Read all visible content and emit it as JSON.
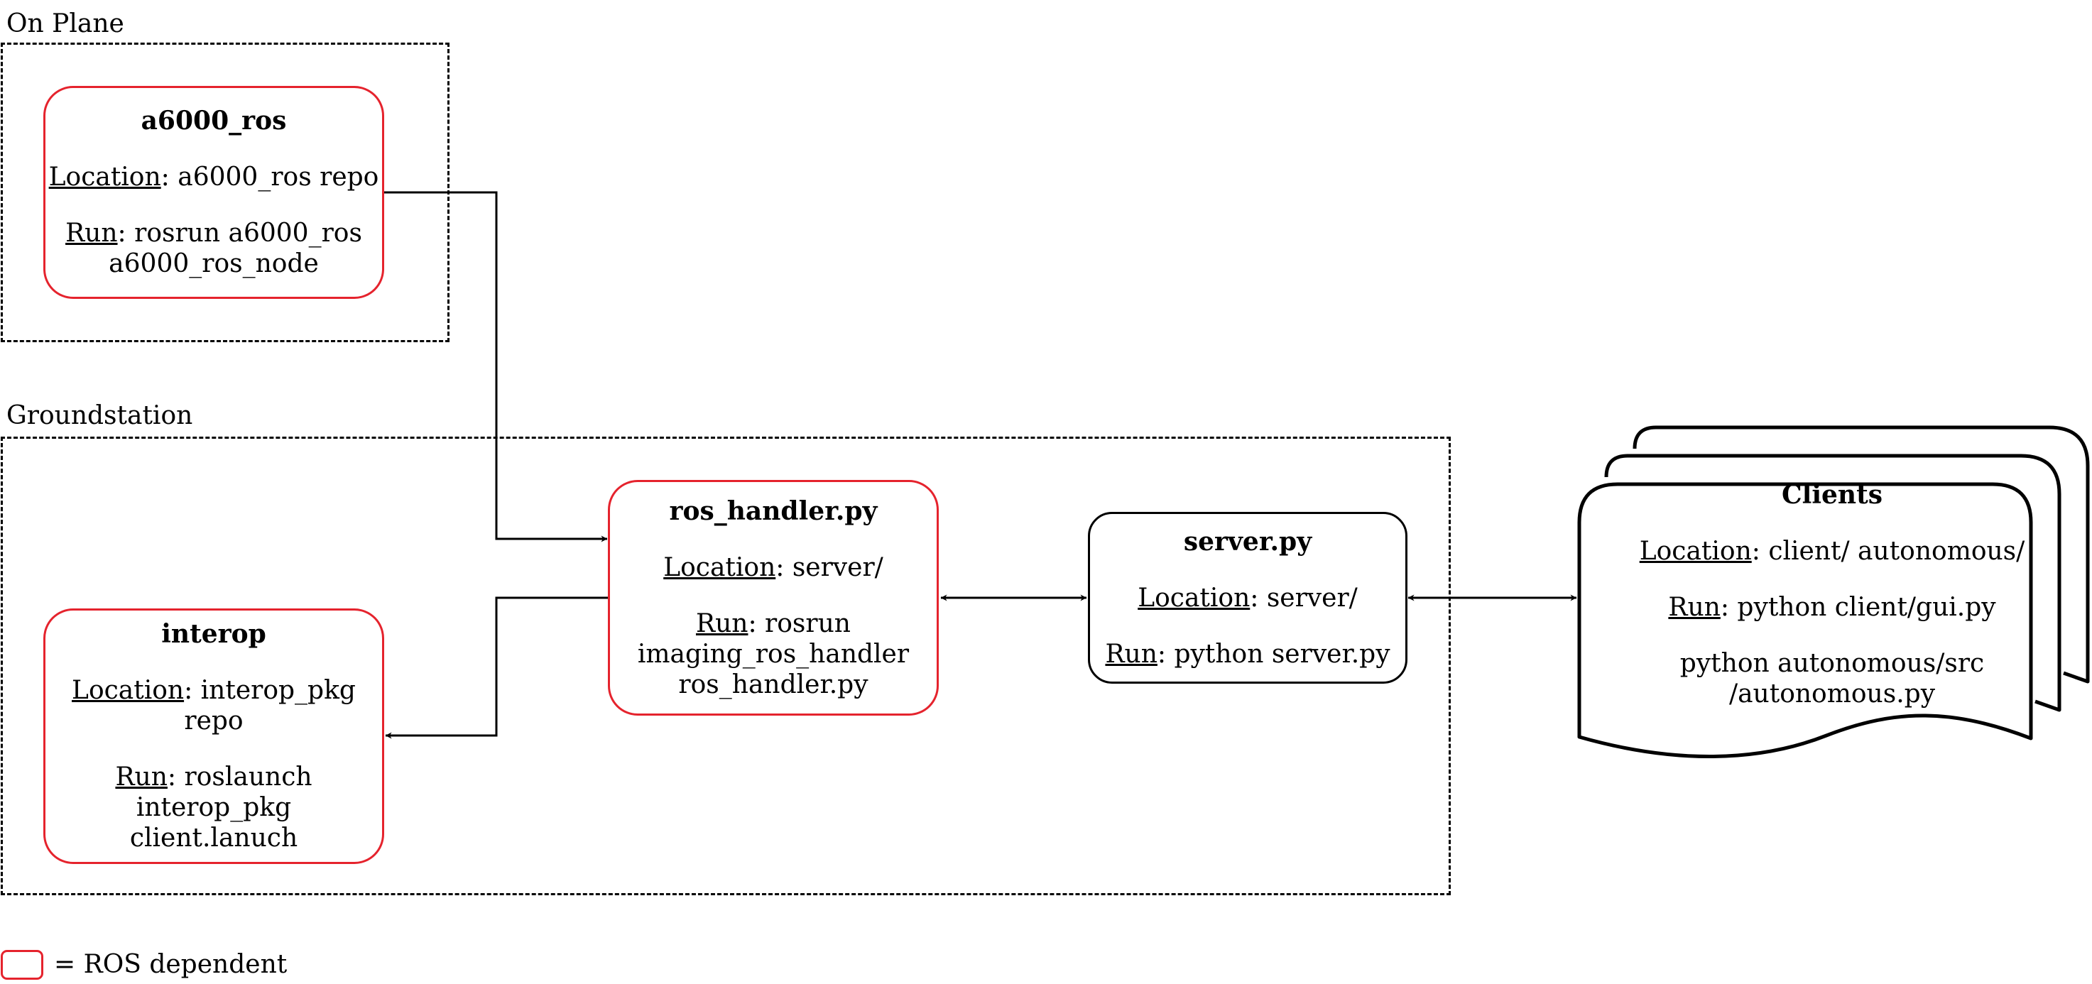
{
  "groups": {
    "on_plane": {
      "label": "On Plane"
    },
    "groundstation": {
      "label": "Groundstation"
    }
  },
  "nodes": {
    "a6000_ros": {
      "title": "a6000_ros",
      "location_key": "Location",
      "location_value": ": a6000_ros repo",
      "run_key": "Run",
      "run_value": ": rosrun a6000_ros\na6000_ros_node",
      "ros_dependent": true
    },
    "ros_handler": {
      "title": "ros_handler.py",
      "location_key": "Location",
      "location_value": ": server/",
      "run_key": "Run",
      "run_value": ": rosrun\nimaging_ros_handler\nros_handler.py",
      "ros_dependent": true
    },
    "server": {
      "title": "server.py",
      "location_key": "Location",
      "location_value": ": server/",
      "run_key": "Run",
      "run_value": ": python server.py",
      "ros_dependent": false
    },
    "interop": {
      "title": "interop",
      "location_key": "Location",
      "location_value": ": interop_pkg\nrepo",
      "run_key": "Run",
      "run_value": ": roslaunch\ninterop_pkg\nclient.lanuch",
      "ros_dependent": true
    },
    "clients": {
      "title": "Clients",
      "location_key": "Location",
      "location_value": ": client/ autonomous/",
      "run_key": "Run",
      "run_value": ": python client/gui.py",
      "extra": "python autonomous/src\n/autonomous.py",
      "ros_dependent": false
    }
  },
  "legend": {
    "text": "= ROS dependent",
    "color": "#e5232d"
  },
  "colors": {
    "ros_border": "#e5232d",
    "plain_border": "#000000",
    "line": "#000000"
  },
  "connections": [
    {
      "from": "a6000_ros",
      "to": "ros_handler",
      "direction": "forward"
    },
    {
      "from": "ros_handler",
      "to": "interop",
      "direction": "forward"
    },
    {
      "from": "ros_handler",
      "to": "server",
      "direction": "both"
    },
    {
      "from": "server",
      "to": "clients",
      "direction": "both"
    }
  ]
}
